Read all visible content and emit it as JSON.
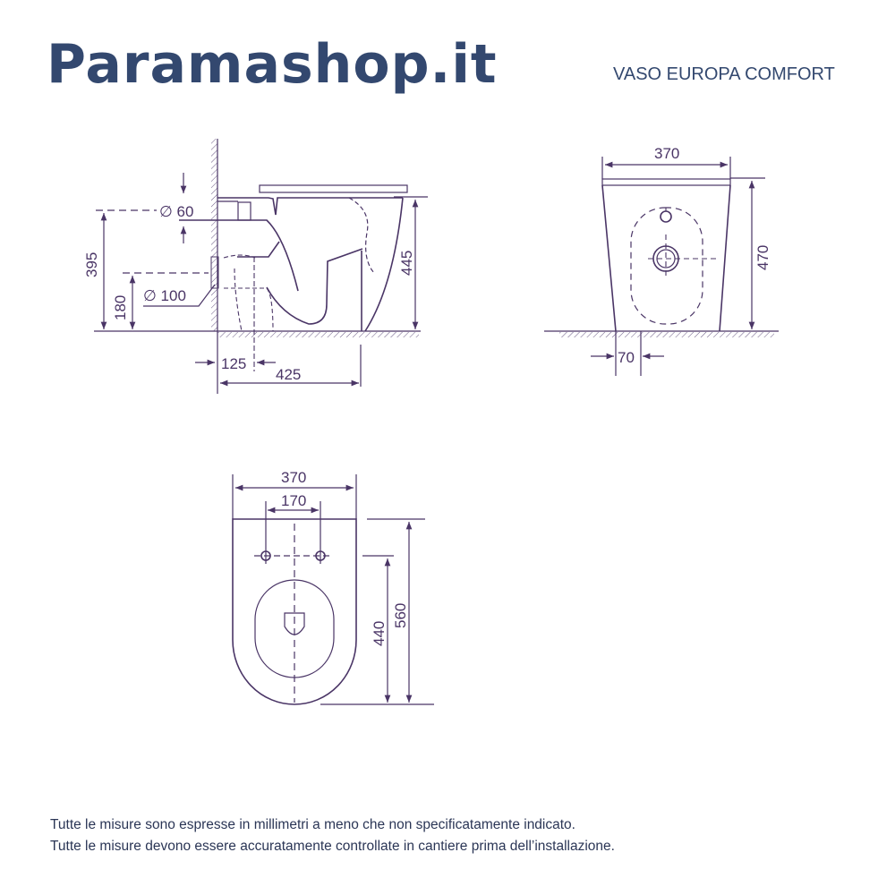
{
  "header": {
    "logo": "Paramashop.it",
    "product_name": "VASO EUROPA COMFORT"
  },
  "side_view": {
    "inlet_diameter": "∅ 60",
    "outlet_diameter": "∅ 100",
    "inlet_height": "395",
    "outlet_height": "180",
    "overall_height": "445",
    "outlet_distance": "125",
    "depth": "425"
  },
  "rear_view": {
    "width": "370",
    "height": "470",
    "foot_offset": "70"
  },
  "top_view": {
    "width": "370",
    "fixing_distance": "170",
    "fixing_to_front": "440",
    "length": "560"
  },
  "notes": [
    "Tutte le misure sono espresse in millimetri a meno che non specificatamente indicato.",
    "Tutte le misure devono essere accuratamente controllate in cantiere prima dell’installazione."
  ],
  "colors": {
    "brand": "#33486f",
    "drawing": "#4a3566"
  }
}
